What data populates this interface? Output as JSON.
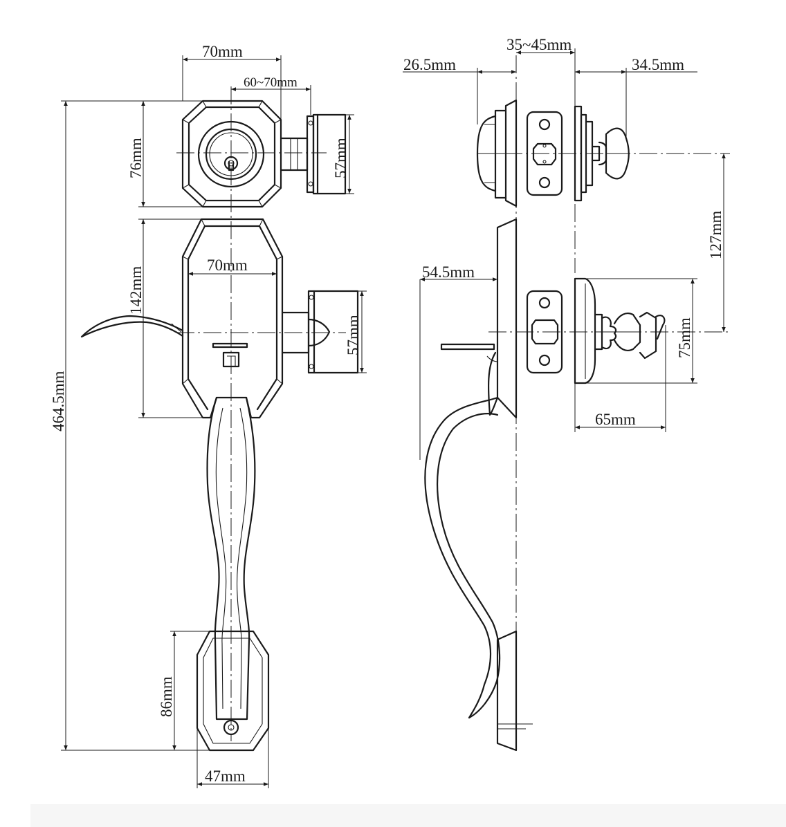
{
  "front_view": {
    "deadbolt_width": "70mm",
    "backset": "60~70mm",
    "deadbolt_height": "76mm",
    "deadbolt_thumbturn_dia": "57mm",
    "handle_body_width": "70mm",
    "handle_body_height": "142mm",
    "lever_dia": "57mm",
    "overall_height": "464.5mm",
    "bottom_plate_height": "86mm",
    "bottom_plate_width": "47mm"
  },
  "side_view": {
    "door_thickness": "35~45mm",
    "deadbolt_projection": "26.5mm",
    "thumbturn_projection": "34.5mm",
    "center_distance": "127mm",
    "handle_projection": "54.5mm",
    "lever_rose_dia": "75mm",
    "lever_projection": "65mm"
  }
}
